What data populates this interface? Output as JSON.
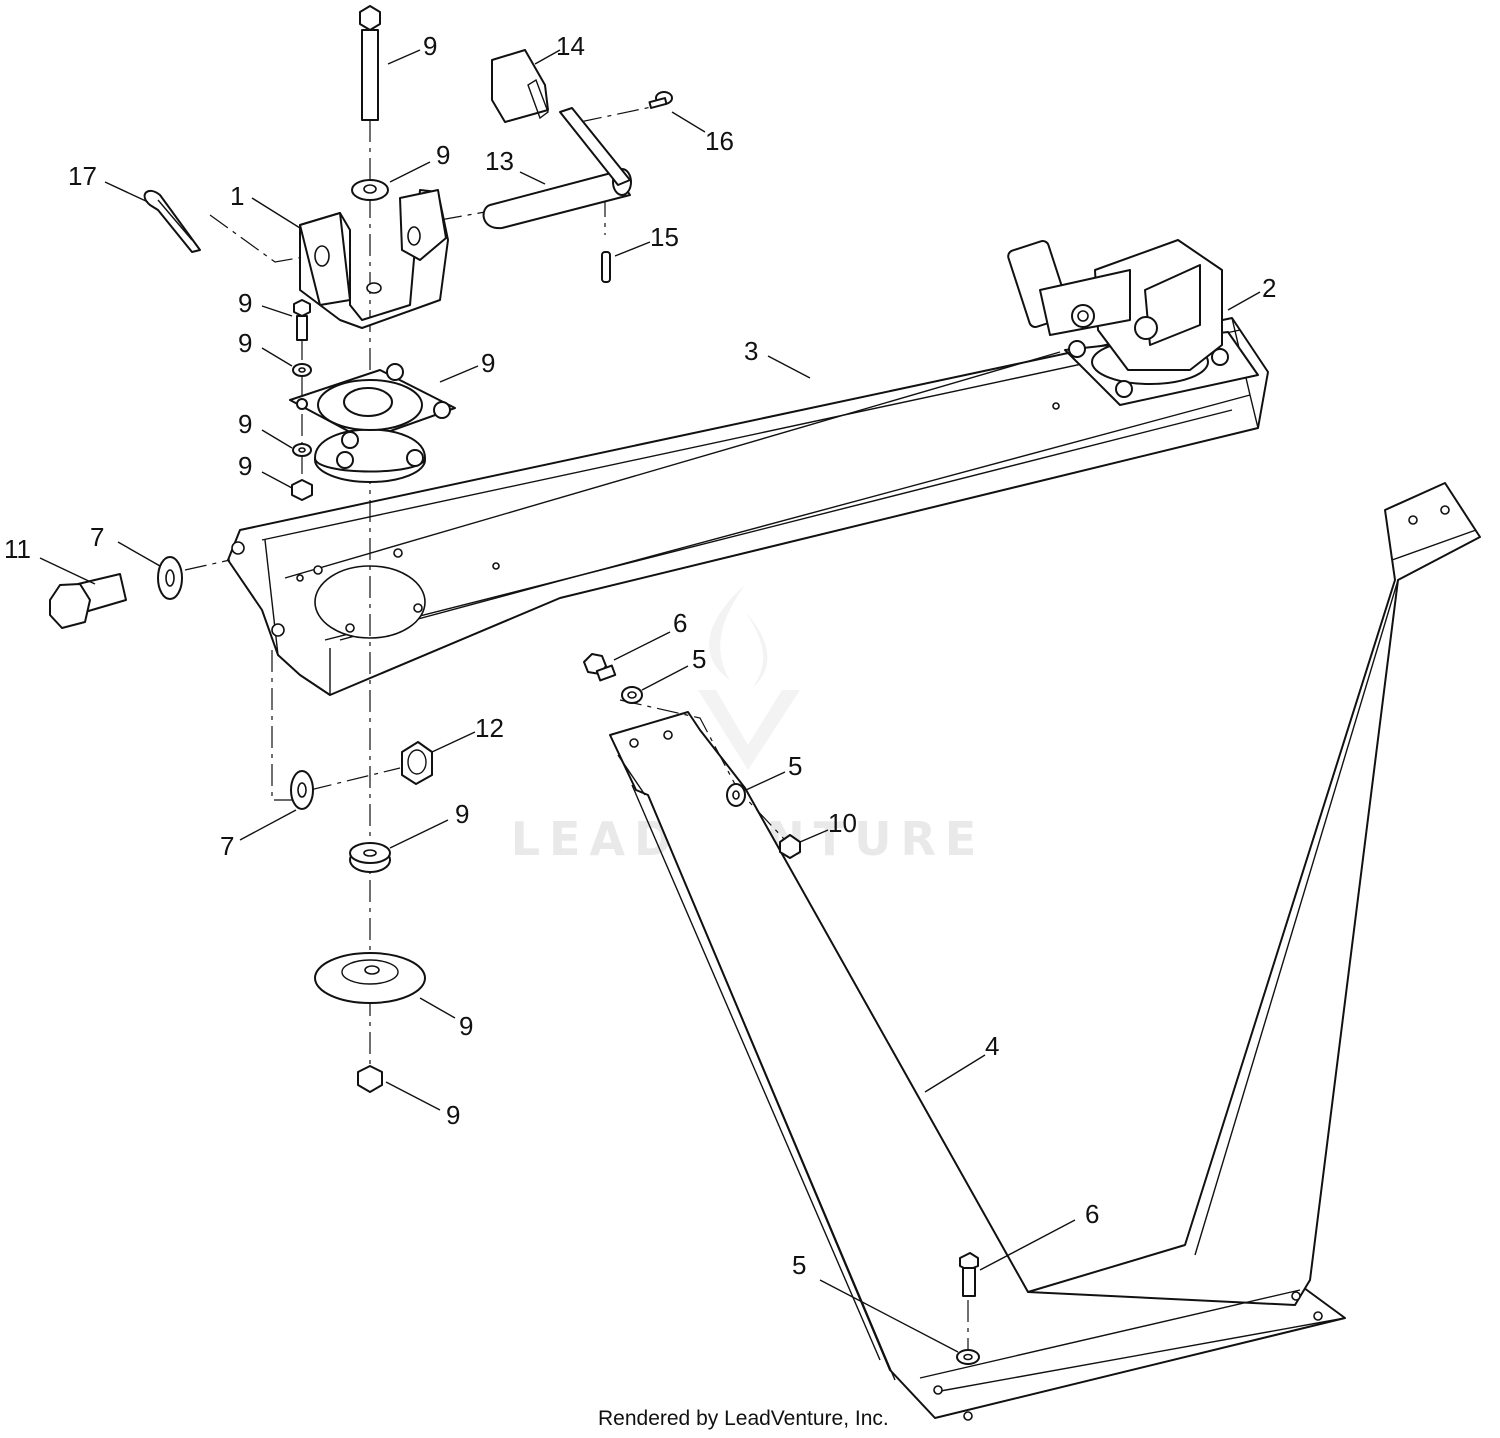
{
  "footer": {
    "credit": "Rendered by LeadVenture, Inc."
  },
  "watermark": {
    "text": "LEADVENTURE",
    "color": "#e9e9e9"
  },
  "callouts": [
    {
      "id": "c-9-top-bolt",
      "label": "9"
    },
    {
      "id": "c-14",
      "label": "14"
    },
    {
      "id": "c-16",
      "label": "16"
    },
    {
      "id": "c-9-washer-top",
      "label": "9"
    },
    {
      "id": "c-13",
      "label": "13"
    },
    {
      "id": "c-17",
      "label": "17"
    },
    {
      "id": "c-1",
      "label": "1"
    },
    {
      "id": "c-15",
      "label": "15"
    },
    {
      "id": "c-2",
      "label": "2"
    },
    {
      "id": "c-9-bolt",
      "label": "9"
    },
    {
      "id": "c-9-washer",
      "label": "9"
    },
    {
      "id": "c-3",
      "label": "3"
    },
    {
      "id": "c-9-isolator",
      "label": "9"
    },
    {
      "id": "c-9-washer-b",
      "label": "9"
    },
    {
      "id": "c-9-nut",
      "label": "9"
    },
    {
      "id": "c-11",
      "label": "11"
    },
    {
      "id": "c-7-top",
      "label": "7"
    },
    {
      "id": "c-6-top",
      "label": "6"
    },
    {
      "id": "c-5-top",
      "label": "5"
    },
    {
      "id": "c-12",
      "label": "12"
    },
    {
      "id": "c-5-mid",
      "label": "5"
    },
    {
      "id": "c-7-bottom",
      "label": "7"
    },
    {
      "id": "c-9-spacer",
      "label": "9"
    },
    {
      "id": "c-10",
      "label": "10"
    },
    {
      "id": "c-9-cup",
      "label": "9"
    },
    {
      "id": "c-4",
      "label": "4"
    },
    {
      "id": "c-9-bottom-nut",
      "label": "9"
    },
    {
      "id": "c-6-bottom",
      "label": "6"
    },
    {
      "id": "c-5-bottom",
      "label": "5"
    }
  ]
}
